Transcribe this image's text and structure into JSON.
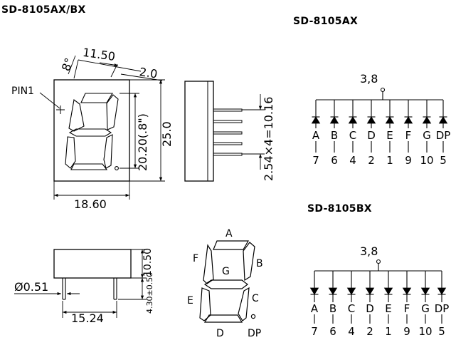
{
  "titles": {
    "main": "SD-8105AX/BX",
    "ax": "SD-8105AX",
    "bx": "SD-8105BX"
  },
  "front_view": {
    "pin_label": "PIN1",
    "dim_top_angle": "8°",
    "dim_digit_width": "11.50",
    "dim_offset": "2.0",
    "dim_segment_height": "20.20(.8\")",
    "dim_height": "25.0",
    "dim_width": "18.60"
  },
  "side_view": {
    "dim_pin_pitch": "2.54×4=10.16"
  },
  "bottom_view": {
    "dim_pin_diameter": "Ø0.51",
    "dim_pin_span": "15.24",
    "dim_body_offset": "10.50",
    "dim_pin_length": "4.30±0.50"
  },
  "segment_diagram": {
    "labels": {
      "A": "A",
      "B": "B",
      "C": "C",
      "D": "D",
      "E": "E",
      "F": "F",
      "G": "G",
      "DP": "DP"
    }
  },
  "circuit_ax": {
    "common_pins": "3,8",
    "diode_direction": "cathode-to-segment (common anode)",
    "segments": [
      "A",
      "B",
      "C",
      "D",
      "E",
      "F",
      "G",
      "DP"
    ],
    "pins": [
      "7",
      "6",
      "4",
      "2",
      "1",
      "9",
      "10",
      "5"
    ]
  },
  "circuit_bx": {
    "common_pins": "3,8",
    "diode_direction": "anode-to-segment (common cathode)",
    "segments": [
      "A",
      "B",
      "C",
      "D",
      "E",
      "F",
      "G",
      "DP"
    ],
    "pins": [
      "7",
      "6",
      "4",
      "2",
      "1",
      "9",
      "10",
      "5"
    ]
  }
}
